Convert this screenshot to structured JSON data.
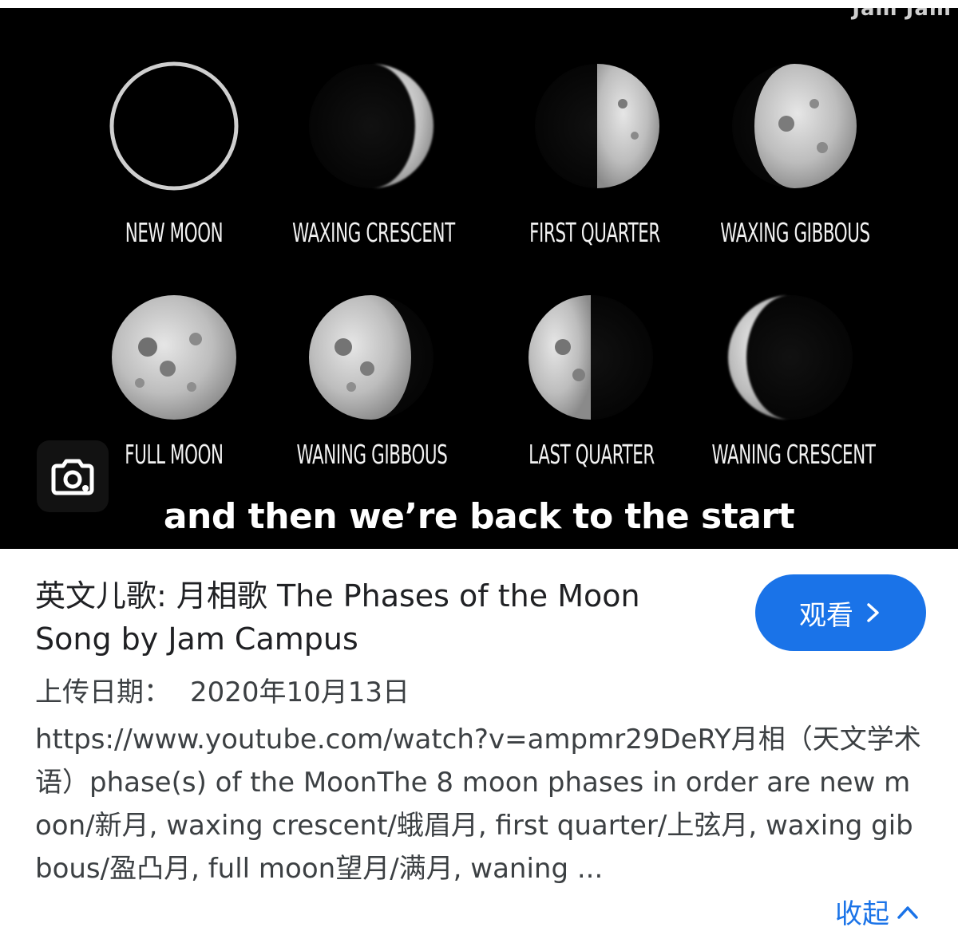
{
  "video": {
    "watermark": "Jam Jam",
    "phases": [
      {
        "label": "NEW MOON"
      },
      {
        "label": "WAXING CRESCENT"
      },
      {
        "label": "FIRST QUARTER"
      },
      {
        "label": "WAXING GIBBOUS"
      },
      {
        "label": "FULL MOON"
      },
      {
        "label": "WANING GIBBOUS"
      },
      {
        "label": "LAST QUARTER"
      },
      {
        "label": "WANING CRESCENT"
      }
    ],
    "subtitle": "and then we’re back to the start",
    "lens_icon": "camera-lens-icon"
  },
  "result": {
    "title": "英文儿歌: 月相歌 The Phases of the Moon Song by Jam Campus",
    "watch_label": "观看",
    "upload_label": "上传日期：",
    "upload_date": "2020年10月13日",
    "description": "https://www.youtube.com/watch?v=ampmr29DeRY月相（天文学术语）phase(s) of the MoonThe 8 moon phases in order are new moon/新月, waxing crescent/蛾眉月, first quarter/上弦月, waxing gibbous/盈凸月, full moon望月/满月, waning ...",
    "collapse_label": "收起"
  },
  "colors": {
    "accent": "#1a73e8",
    "video_bg": "#000000",
    "text": "#202124"
  }
}
